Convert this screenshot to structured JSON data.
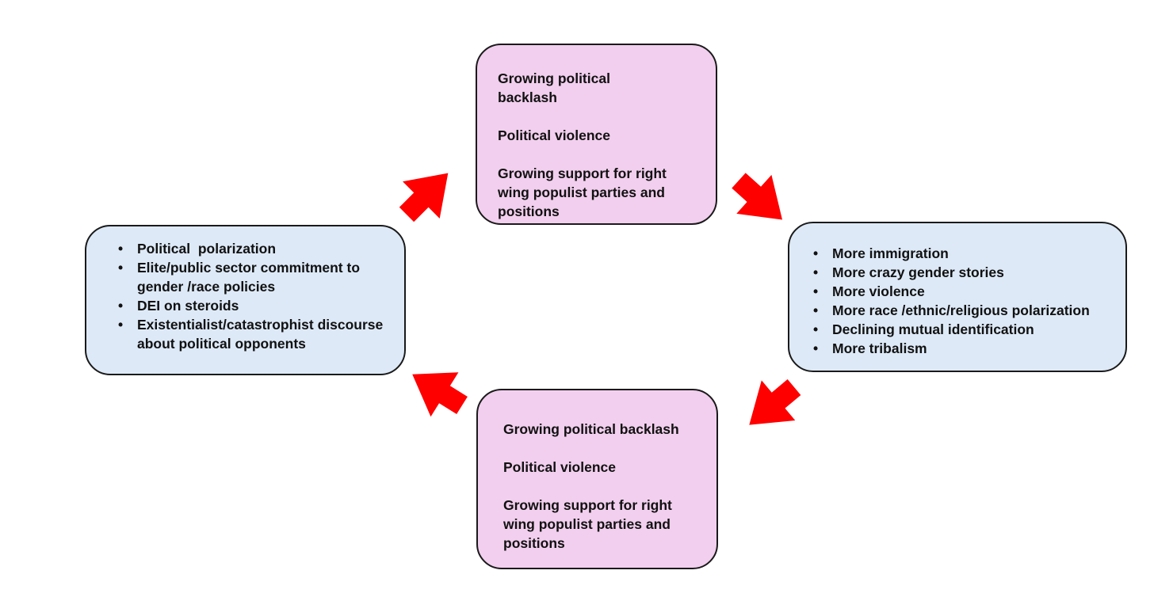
{
  "top_box": {
    "paragraphs": [
      "Growing political backlash",
      "Political violence",
      "Growing support for right wing populist parties and positions"
    ]
  },
  "right_box": {
    "items": [
      "More immigration",
      "More crazy gender stories",
      "More violence",
      "More race /ethnic/religious polarization",
      "Declining mutual identification",
      "More tribalism"
    ]
  },
  "bottom_box": {
    "paragraphs": [
      "Growing political backlash",
      "Political violence",
      "Growing support for right wing populist parties and positions"
    ]
  },
  "left_box": {
    "items": [
      "Political  polarization",
      "Elite/public sector commitment to gender /race policies",
      "DEI on steroids",
      "Existentialist/catastrophist discourse about political opponents"
    ]
  },
  "colors": {
    "pink_box": "#f2cfee",
    "blue_box": "#dde9f7",
    "arrow": "#ff0000",
    "border": "#1a1a1a"
  }
}
